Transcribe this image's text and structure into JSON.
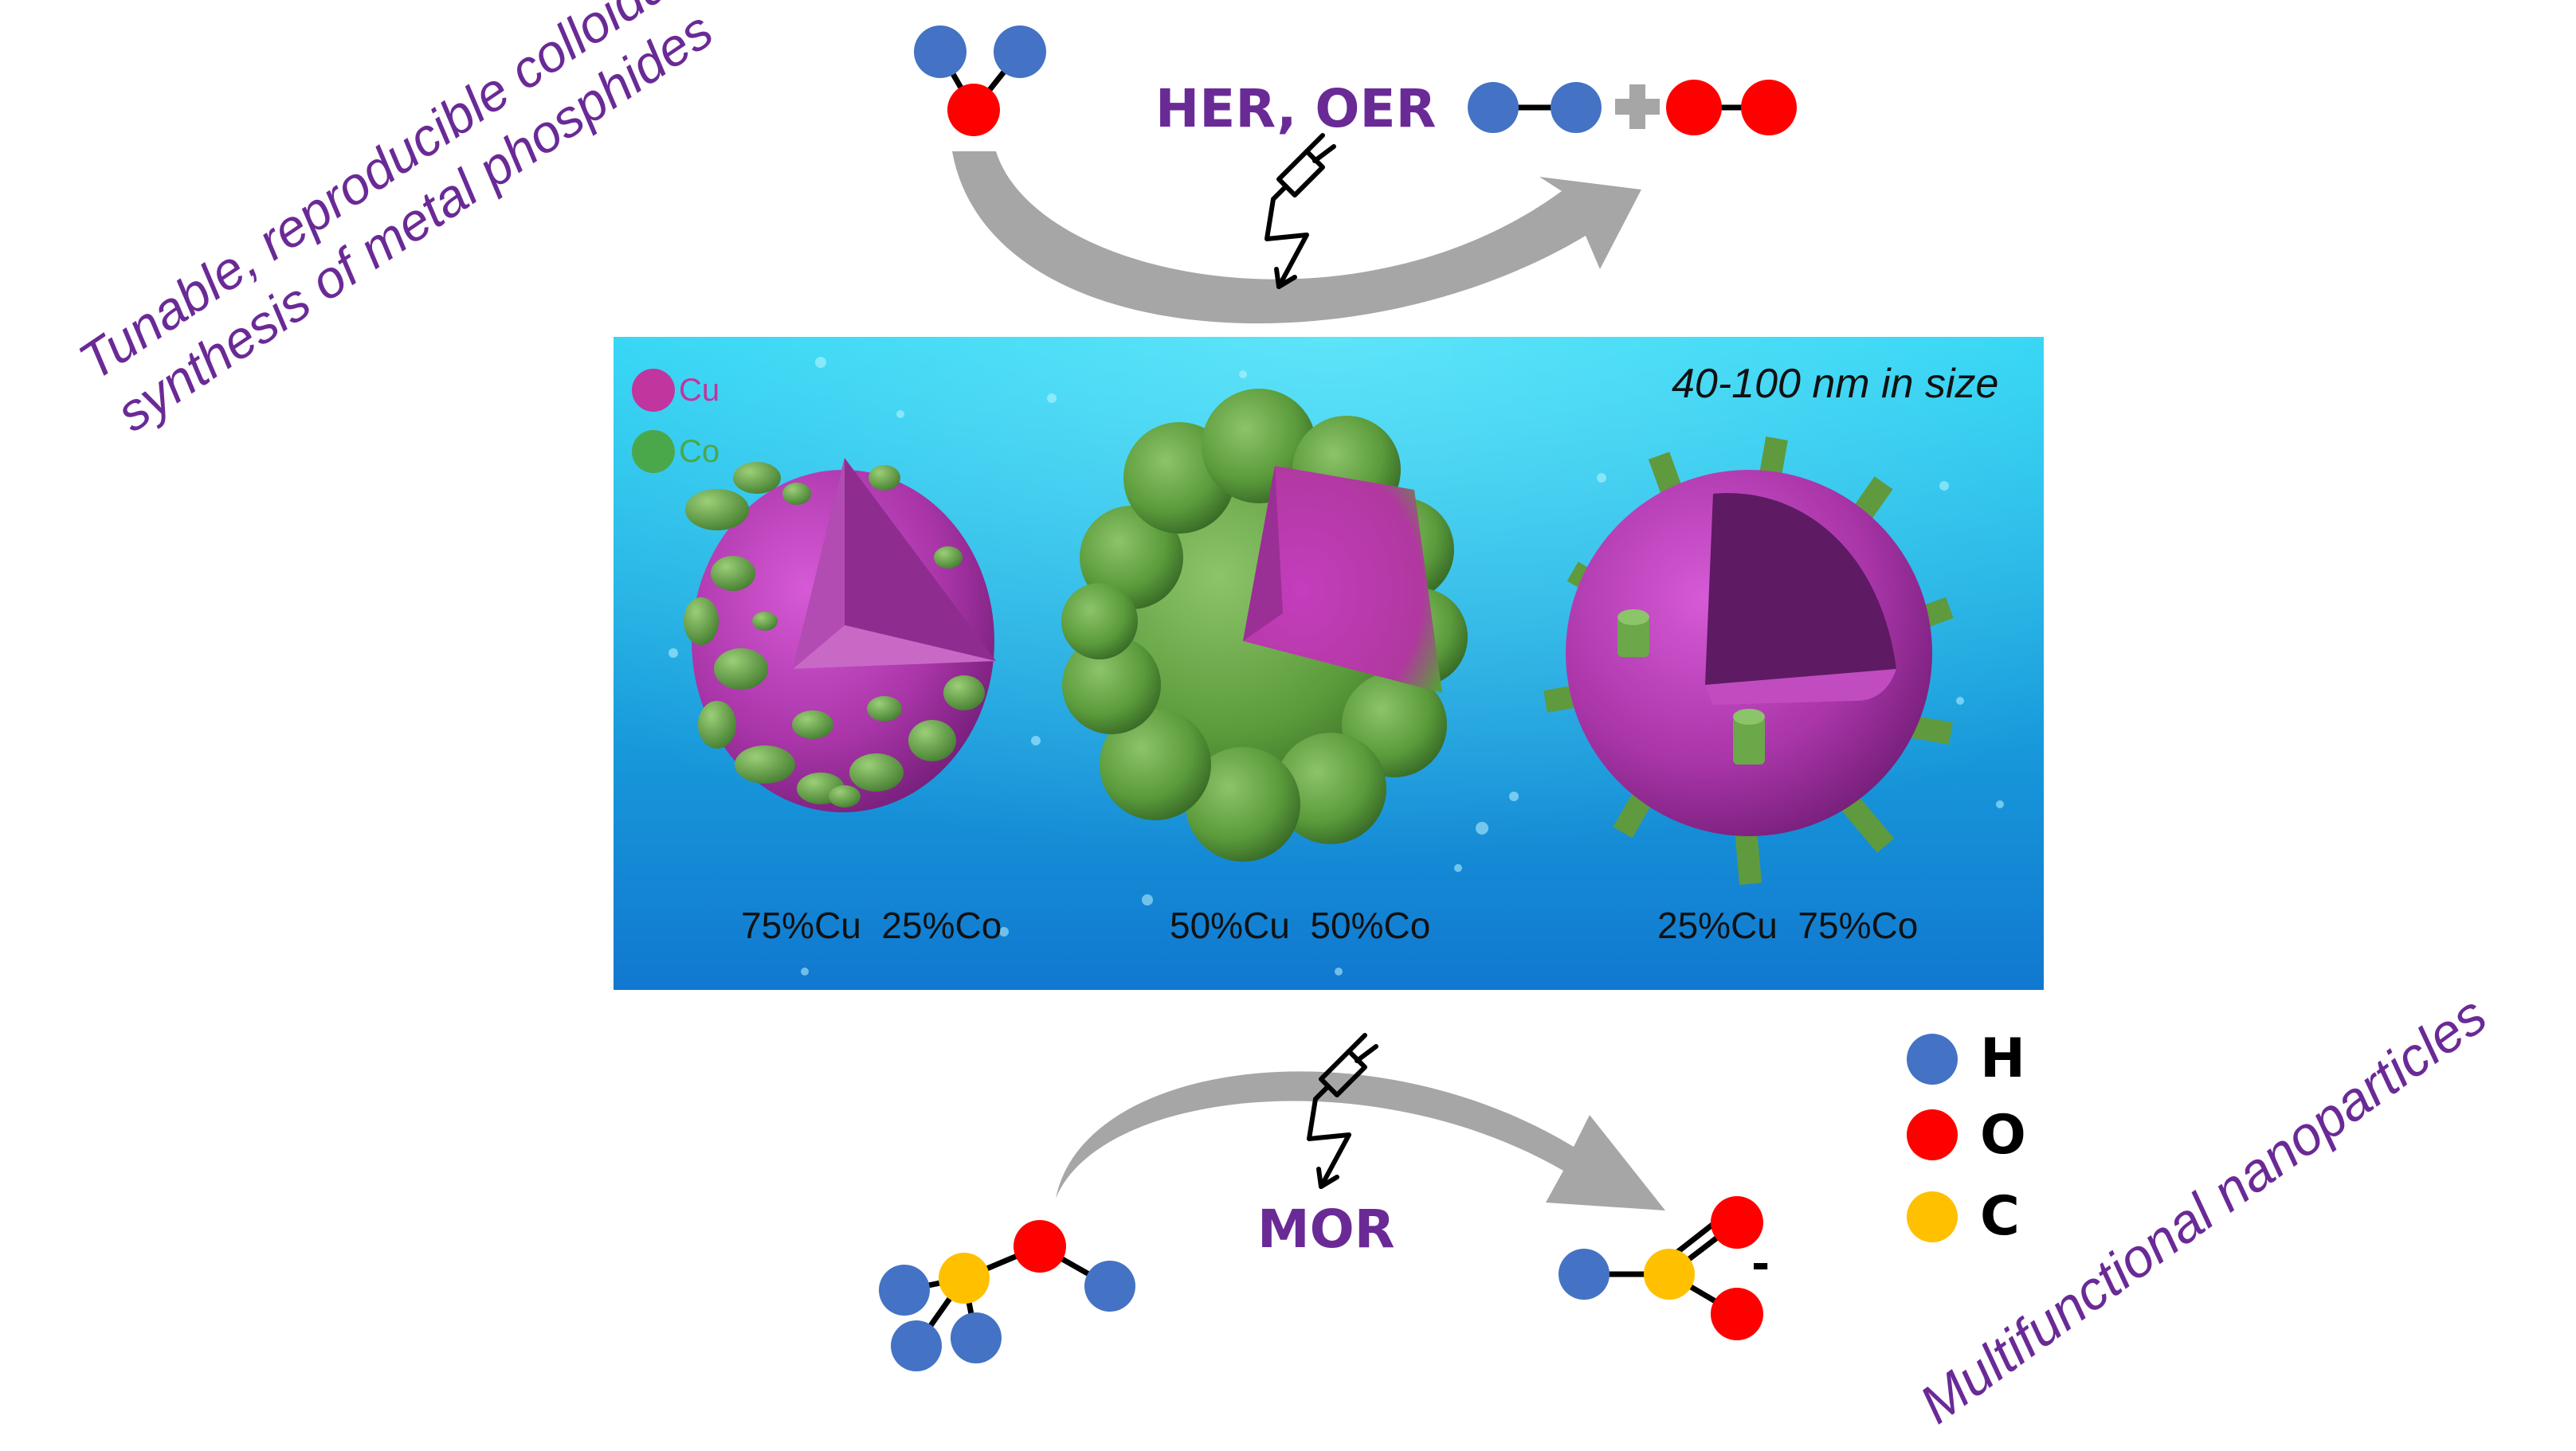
{
  "top_reaction": {
    "label": "HER, OER"
  },
  "bottom_reaction": {
    "label": "MOR"
  },
  "left_caption": {
    "line1": "Tunable, reproducible colloidal",
    "line2": "synthesis of metal phosphides"
  },
  "right_caption": {
    "text": "Multifunctional nanoparticles"
  },
  "panel": {
    "size_label": "40-100 nm in size",
    "legend": [
      {
        "label": "Cu",
        "color": "#c1359e"
      },
      {
        "label": "Co",
        "color": "#4aa84a"
      }
    ],
    "particles": [
      {
        "caption": "75%Cu  25%Co"
      },
      {
        "caption": "50%Cu  50%Co"
      },
      {
        "caption": "25%Cu  75%Co"
      }
    ]
  },
  "atom_legend": [
    {
      "label": "H",
      "color": "#4472c4"
    },
    {
      "label": "O",
      "color": "#ff0000"
    },
    {
      "label": "C",
      "color": "#ffc000"
    }
  ],
  "charge_sign": "-",
  "colors": {
    "hydrogen": "#4472c4",
    "oxygen": "#ff0000",
    "carbon": "#ffc000",
    "accent_text": "#6a2a96",
    "arrow": "#a6a6a6",
    "panel_bg": "#1fa6de",
    "copper": "#b23aa6",
    "cobalt": "#5f9a3f"
  }
}
